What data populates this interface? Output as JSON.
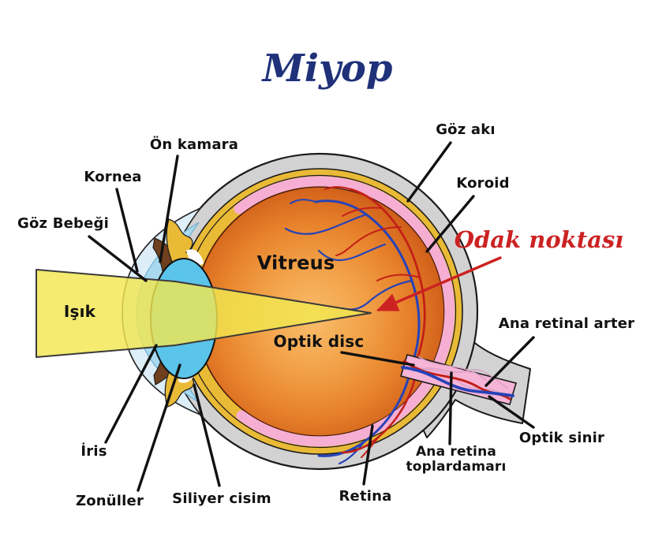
{
  "title": "Miyop",
  "labels": {
    "on_kamara": "Ön kamara",
    "kornea": "Kornea",
    "goz_bebegi": "Göz Bebeği",
    "isik": "Işık",
    "iris": "İris",
    "zonuller": "Zonüller",
    "siliyer_cisim": "Siliyer cisim",
    "retina": "Retina",
    "ana_retina_toplardamari": "Ana retina toplardamarı",
    "optik_sinir": "Optik sinir",
    "ana_retinal_arter": "Ana retinal arter",
    "koroid": "Koroid",
    "goz_aki": "Göz akı",
    "odak_noktasi": "Odak noktası",
    "vitreus": "Vitreus",
    "optik_disc": "Optik disc"
  },
  "colors": {
    "title_navy": "#1f3179",
    "focal_red": "#cc2222",
    "sclera_gray": "#d2d2d2",
    "choroid_yellow": "#e9ba36",
    "retina_pink": "#f6aed2",
    "vitreous_orange": "#e8842c",
    "lens_blue": "#5bc4ea",
    "cornea_blue": "#b9e0f2",
    "iris_brown": "#6f3f1e",
    "beam_yellow": "#f2e751",
    "artery_red": "#c32017",
    "vein_blue": "#2643b8",
    "label_black": "#111111"
  }
}
